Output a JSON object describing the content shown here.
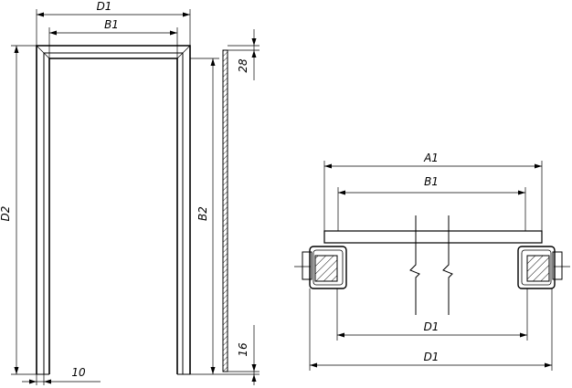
{
  "labels": {
    "front_width_outer": "D1",
    "front_width_inner": "B1",
    "front_height_outer": "D2",
    "front_height_inner": "B2",
    "top_gap": "28",
    "bottom_gap": "16",
    "jamb_width": "10",
    "section_outer_span": "A1",
    "section_inner_span": "B1",
    "section_frame_inner": "D1",
    "section_frame_outer": "D1"
  }
}
